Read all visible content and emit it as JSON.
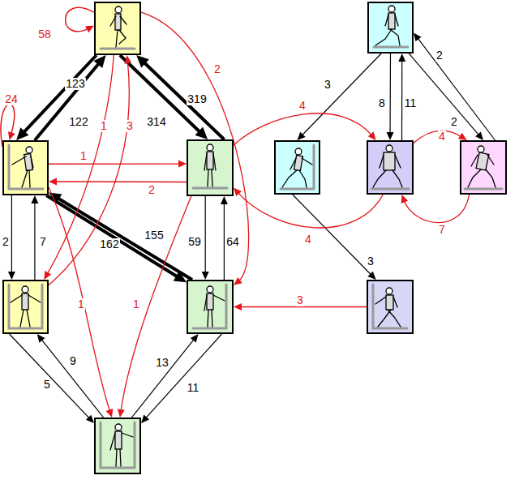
{
  "diagram": {
    "nodes": [
      {
        "text": []
      },
      {
        "text": []
      },
      {
        "text": []
      },
      {
        "text": []
      },
      {
        "text": []
      },
      {
        "text": []
      },
      {
        "text": []
      },
      {
        "text": []
      },
      {
        "text": []
      },
      {
        "text": []
      },
      {
        "text": []
      }
    ],
    "edges": [
      {
        "from": 0,
        "to": 1,
        "label": "123",
        "arrow": "to"
      },
      {
        "from": 1,
        "to": 0,
        "label": "122",
        "arrow": "to"
      },
      {
        "from": 2,
        "to": 0,
        "label": "319",
        "arrow": "to"
      },
      {
        "from": 0,
        "to": 2,
        "label": "314",
        "arrow": "to"
      },
      {
        "from": 0,
        "to": 0,
        "label": "58",
        "arrow": "to"
      },
      {
        "from": 1,
        "to": 1,
        "label": "24",
        "arrow": "to"
      },
      {
        "from": 1,
        "to": 2,
        "label": "1",
        "arrow": "to"
      },
      {
        "from": 2,
        "to": 1,
        "label": "2",
        "arrow": "to"
      },
      {
        "from": 0,
        "to": 4,
        "label": "2",
        "arrow": "to"
      },
      {
        "from": 1,
        "to": 3,
        "label": "2",
        "arrow": "to"
      },
      {
        "from": 3,
        "to": 1,
        "label": "7",
        "arrow": "to"
      },
      {
        "from": 4,
        "to": 1,
        "label": "155",
        "arrow": "to"
      },
      {
        "from": 1,
        "to": 4,
        "label": "162",
        "arrow": "to"
      },
      {
        "from": 4,
        "to": 2,
        "label": "64",
        "arrow": "to"
      },
      {
        "from": 2,
        "to": 4,
        "label": "59",
        "arrow": "to"
      },
      {
        "from": 3,
        "to": 5,
        "label": "5",
        "arrow": "to"
      },
      {
        "from": 5,
        "to": 3,
        "label": "9",
        "arrow": "to"
      },
      {
        "from": 5,
        "to": 4,
        "label": "13",
        "arrow": "to"
      },
      {
        "from": 4,
        "to": 5,
        "label": "11",
        "arrow": "to"
      },
      {
        "from": 0,
        "to": 3,
        "label": "1",
        "arrow": "to"
      },
      {
        "from": 3,
        "to": 0,
        "label": "3",
        "arrow": "to"
      },
      {
        "from": 1,
        "to": 5,
        "label": "1",
        "arrow": "to"
      },
      {
        "from": 2,
        "to": 5,
        "label": "1",
        "arrow": "to"
      },
      {
        "from": 6,
        "to": 7,
        "label": "3",
        "arrow": "to"
      },
      {
        "from": 6,
        "to": 8,
        "label": "8",
        "arrow": "to"
      },
      {
        "from": 8,
        "to": 6,
        "label": "11",
        "arrow": "to"
      },
      {
        "from": 6,
        "to": 9,
        "label": "2",
        "arrow": "to"
      },
      {
        "from": 9,
        "to": 6,
        "label": "2",
        "arrow": "to"
      },
      {
        "from": 7,
        "to": 10,
        "label": "3",
        "arrow": "to"
      },
      {
        "from": 2,
        "to": 8,
        "label": "4",
        "arrow": "to"
      },
      {
        "from": 8,
        "to": 9,
        "label": "4",
        "arrow": "to"
      },
      {
        "from": 9,
        "to": 8,
        "label": "7",
        "arrow": "to"
      },
      {
        "from": 8,
        "to": 2,
        "label": "4",
        "arrow": "to"
      },
      {
        "from": 10,
        "to": 4,
        "label": "3",
        "arrow": "to"
      }
    ]
  }
}
